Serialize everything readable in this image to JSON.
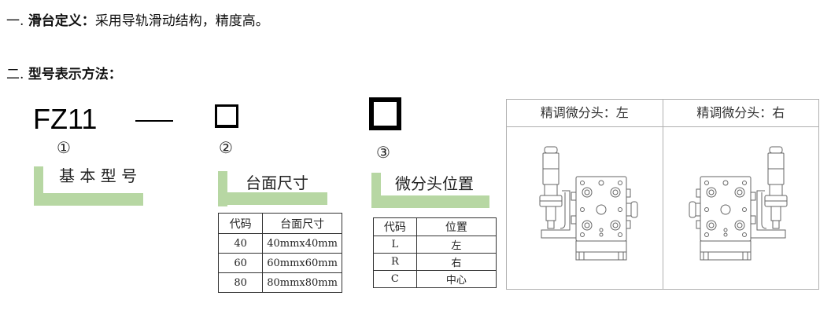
{
  "sections": [
    {
      "number": "一.",
      "title": "滑台定义：",
      "description": "采用导轨滑动结构，精度高。"
    },
    {
      "number": "二.",
      "title": "型号表示方法：",
      "description": ""
    }
  ],
  "model_code": {
    "base": "FZ11",
    "separator": "—",
    "slot2_glyph": "口",
    "parts": [
      {
        "index": "①",
        "label": "基 本 型 号"
      },
      {
        "index": "②",
        "label": "台面尺寸"
      },
      {
        "index": "③",
        "label": "微分头位置"
      }
    ]
  },
  "size_table": {
    "headers": [
      "代码",
      "台面尺寸"
    ],
    "rows": [
      [
        "40",
        "40mmx40mm"
      ],
      [
        "60",
        "60mmx60mm"
      ],
      [
        "80",
        "80mmx80mm"
      ]
    ]
  },
  "position_table": {
    "headers": [
      "代码",
      "位置"
    ],
    "rows": [
      [
        "L",
        "左"
      ],
      [
        "R",
        "右"
      ],
      [
        "C",
        "中心"
      ]
    ]
  },
  "figure": {
    "columns": [
      {
        "caption": "精调微分头：左",
        "drawing": "stage-with-micrometer-left"
      },
      {
        "caption": "精调微分头：右",
        "drawing": "stage-with-micrometer-right"
      }
    ]
  },
  "colors": {
    "bracket_green": "#b7d7a3",
    "table_border": "#333333",
    "figure_border": "#b0b0b0"
  }
}
